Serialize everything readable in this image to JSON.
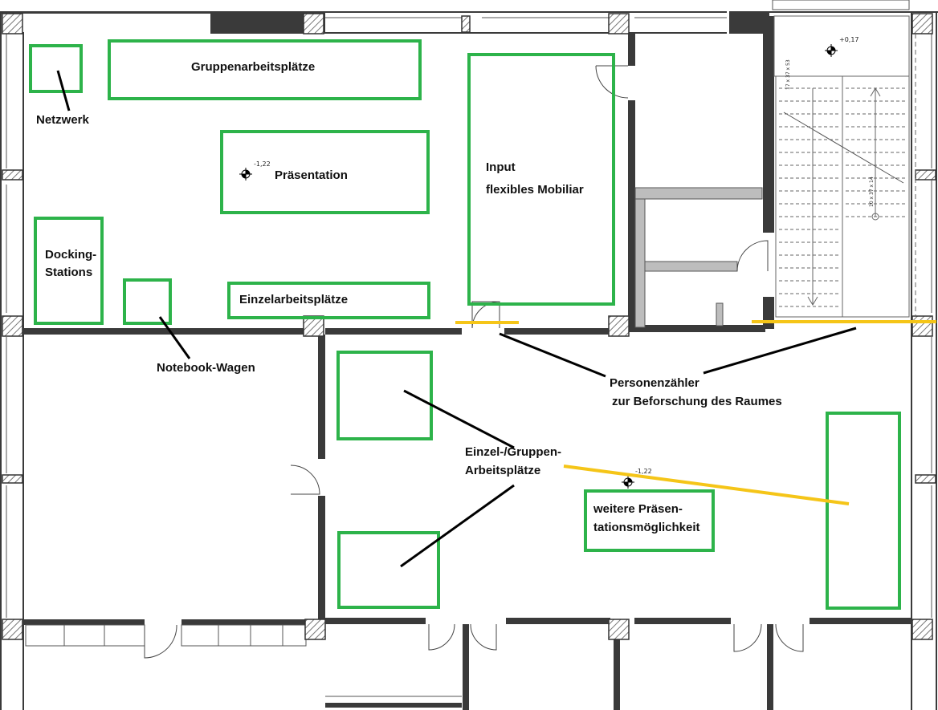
{
  "colors": {
    "zone": "#2db34a",
    "counter_line": "#f5c518",
    "wall": "#3a3a3a",
    "pillar_hatch": "#8a8a8a",
    "annotation": "#000000"
  },
  "labels": {
    "gruppenarbeitsplaetze": "Gruppenarbeitsplätze",
    "netzwerk": "Netzwerk",
    "praesentation": "Präsentation",
    "input_1": "Input",
    "input_2": "flexibles Mobiliar",
    "docking_1": "Docking-",
    "docking_2": "Stations",
    "einzelarbeitsplaetze": "Einzelarbeitsplätze",
    "notebook_wagen": "Notebook-Wagen",
    "personenzaehler_1": "Personenzähler",
    "personenzaehler_2": "zur Beforschung des Raumes",
    "einzel_gruppen_1": "Einzel-/Gruppen-",
    "einzel_gruppen_2": "Arbeitsplätze",
    "weitere_1": "weitere Präsen-",
    "weitere_2": "tationsmöglichkeit"
  },
  "levels": {
    "top_left": "-1,22",
    "stair": "+0,17",
    "bottom": "-1,22"
  },
  "stair_dims": {
    "upper": "17 x 37 x 53",
    "lower": "10 x 37 x 14"
  }
}
